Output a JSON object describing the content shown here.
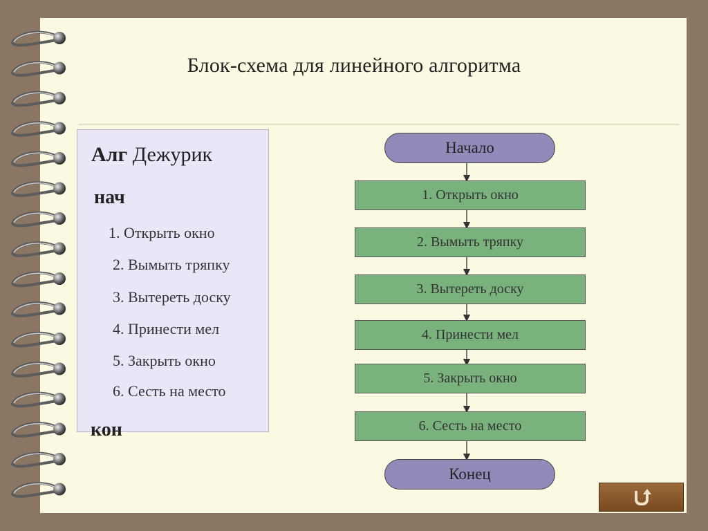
{
  "slide": {
    "title": "Блок-схема для линейного  алгоритма"
  },
  "algorithm": {
    "keyword_alg": "Алг",
    "name": "Дежурик",
    "begin": "нач",
    "steps": [
      "1. Открыть окно",
      "2. Вымыть тряпку",
      "3. Вытереть доску",
      "4. Принести мел",
      "5. Закрыть окно",
      "6. Сесть на место"
    ],
    "end": "кон"
  },
  "flowchart": {
    "start": "Начало",
    "steps": [
      "1. Открыть окно",
      "2. Вымыть тряпку",
      "3. Вытереть доску",
      "4. Принести мел",
      "5. Закрыть окно",
      "6. Сесть на место"
    ],
    "end": "Конец"
  },
  "nav": {
    "return_icon": "u-turn-arrow-icon"
  },
  "colors": {
    "background": "#8b7664",
    "page": "#fbf9e2",
    "terminal_fill": "#928ab8",
    "process_fill": "#7ab27e",
    "panel_fill": "#ebe6f7",
    "button_fill": "#8a5a2e"
  }
}
